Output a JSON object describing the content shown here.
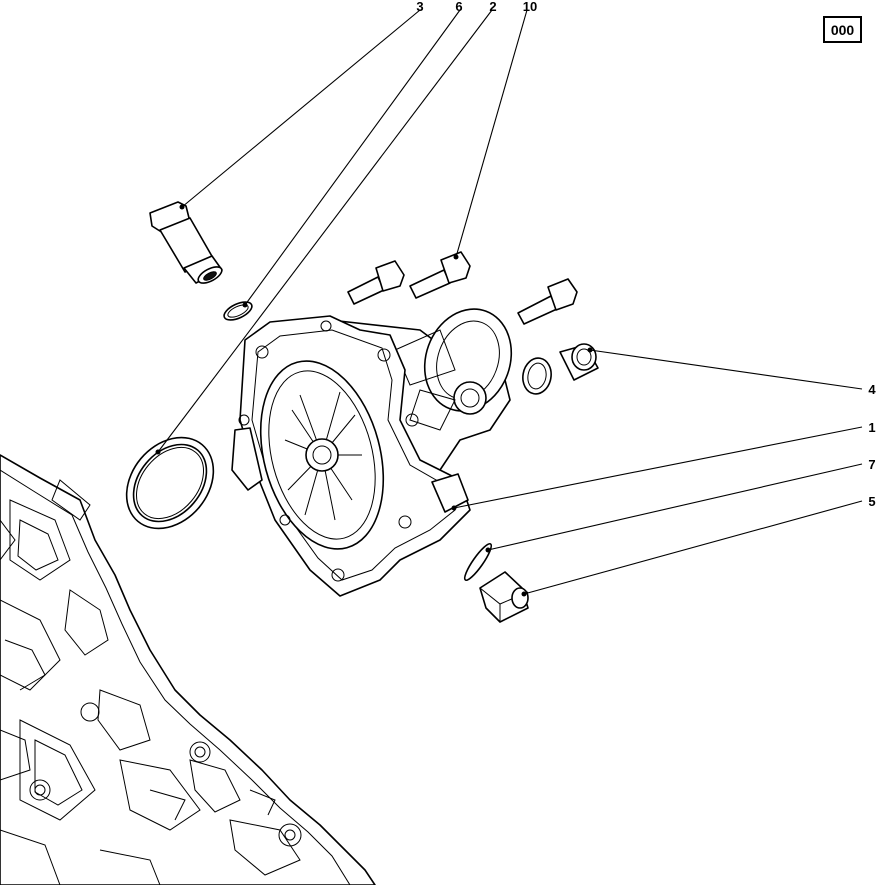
{
  "figure_code": "000",
  "callouts": [
    {
      "id": "c3",
      "label": "3"
    },
    {
      "id": "c6",
      "label": "6"
    },
    {
      "id": "c2",
      "label": "2"
    },
    {
      "id": "c10",
      "label": "10"
    },
    {
      "id": "c4",
      "label": "4"
    },
    {
      "id": "c1",
      "label": "1"
    },
    {
      "id": "c7",
      "label": "7"
    },
    {
      "id": "c5",
      "label": "5"
    }
  ]
}
